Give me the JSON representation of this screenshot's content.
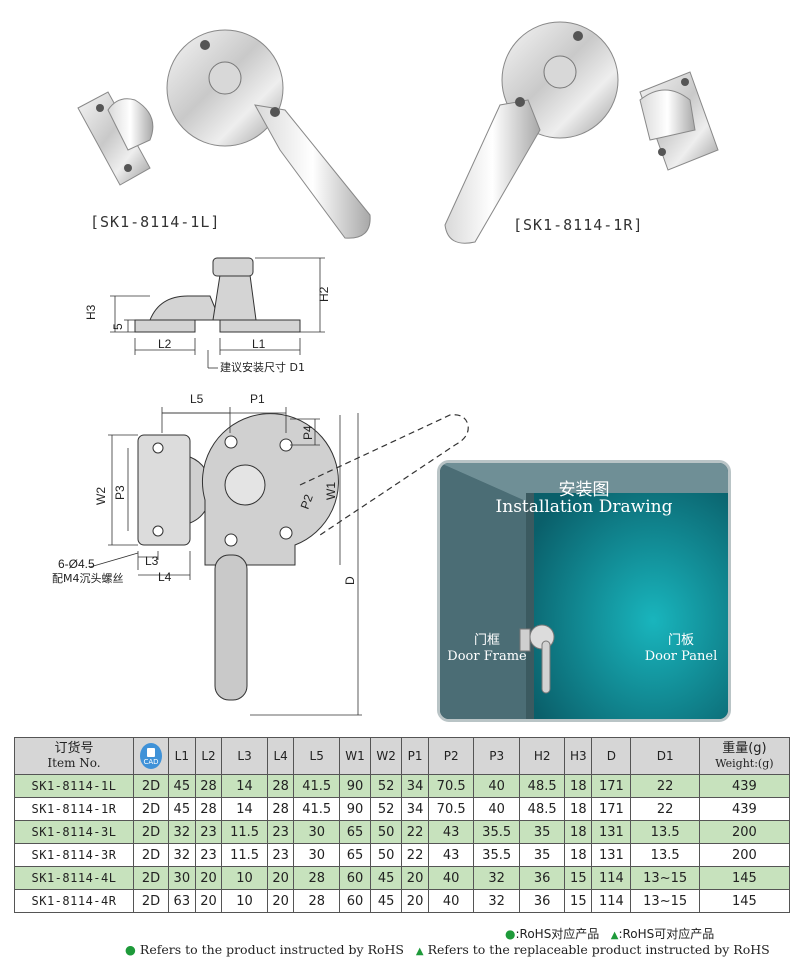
{
  "photos": {
    "left_caption": "[SK1-8114-1L]",
    "right_caption": "[SK1-8114-1R]"
  },
  "side_view": {
    "labels": {
      "h3": "H3",
      "five": "5",
      "h2": "H2",
      "l2": "L2",
      "l1": "L1",
      "note": "建议安装尺寸 D1"
    }
  },
  "top_view": {
    "labels": {
      "l5": "L5",
      "p1": "P1",
      "p4": "P4",
      "w2": "W2",
      "p3": "P3",
      "p2": "P2",
      "w1": "W1",
      "l3": "L3",
      "l4": "L4",
      "d": "D",
      "hole1": "6-Ø4.5",
      "hole2": "配M4沉头螺丝"
    }
  },
  "installation": {
    "title_cn": "安装图",
    "title_en": "Installation Drawing",
    "frame_cn": "门框",
    "frame_en": "Door Frame",
    "panel_cn": "门板",
    "panel_en": "Door Panel"
  },
  "table": {
    "header": {
      "item_cn": "订货号",
      "item_en": "Item No.",
      "cad": "CAD",
      "cols": [
        "L1",
        "L2",
        "L3",
        "L4",
        "L5",
        "W1",
        "W2",
        "P1",
        "P2",
        "P3",
        "H2",
        "H3",
        "D",
        "D1"
      ],
      "weight_cn": "重量(g)",
      "weight_en": "Weight:(g)"
    },
    "rows": [
      {
        "item": "SK1-8114-1L",
        "cad": "2D",
        "vals": [
          "45",
          "28",
          "14",
          "28",
          "41.5",
          "90",
          "52",
          "34",
          "70.5",
          "40",
          "48.5",
          "18",
          "171",
          "22"
        ],
        "weight": "439",
        "shade": true
      },
      {
        "item": "SK1-8114-1R",
        "cad": "2D",
        "vals": [
          "45",
          "28",
          "14",
          "28",
          "41.5",
          "90",
          "52",
          "34",
          "70.5",
          "40",
          "48.5",
          "18",
          "171",
          "22"
        ],
        "weight": "439",
        "shade": false
      },
      {
        "item": "SK1-8114-3L",
        "cad": "2D",
        "vals": [
          "32",
          "23",
          "11.5",
          "23",
          "30",
          "65",
          "50",
          "22",
          "43",
          "35.5",
          "35",
          "18",
          "131",
          "13.5"
        ],
        "weight": "200",
        "shade": true
      },
      {
        "item": "SK1-8114-3R",
        "cad": "2D",
        "vals": [
          "32",
          "23",
          "11.5",
          "23",
          "30",
          "65",
          "50",
          "22",
          "43",
          "35.5",
          "35",
          "18",
          "131",
          "13.5"
        ],
        "weight": "200",
        "shade": false
      },
      {
        "item": "SK1-8114-4L",
        "cad": "2D",
        "vals": [
          "30",
          "20",
          "10",
          "20",
          "28",
          "60",
          "45",
          "20",
          "40",
          "32",
          "36",
          "15",
          "114",
          "13~15"
        ],
        "weight": "145",
        "shade": true
      },
      {
        "item": "SK1-8114-4R",
        "cad": "2D",
        "vals": [
          "63",
          "20",
          "10",
          "20",
          "28",
          "60",
          "45",
          "20",
          "40",
          "32",
          "36",
          "15",
          "114",
          "13~15"
        ],
        "weight": "145",
        "shade": false
      }
    ]
  },
  "legend": {
    "cn_rohs": ":RoHS对应产品",
    "cn_replace": ":RoHS可对应产品",
    "en_rohs": "Refers to the product instructed by RoHS",
    "en_replace": "Refers to the replaceable product instructed by RoHS"
  },
  "colors": {
    "green_row": "#c7e2bd",
    "header_gray": "#d6d6d6",
    "legend_green": "#1e9a3a",
    "install_teal": "#0e8f98"
  }
}
